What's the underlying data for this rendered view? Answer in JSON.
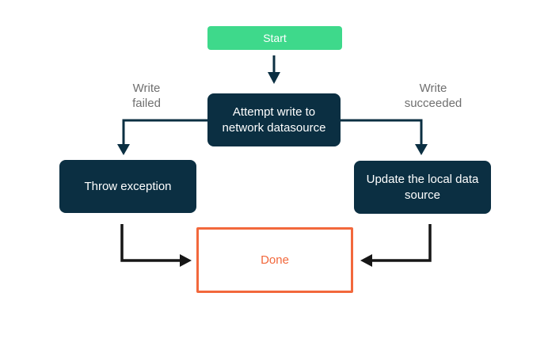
{
  "diagram": {
    "type": "flowchart",
    "nodes": {
      "start": {
        "label": "Start",
        "shape": "rounded-rect",
        "fill": "#3ed98b",
        "text_color": "#ffffff"
      },
      "attempt": {
        "label": "Attempt write to network datasource",
        "shape": "rounded-rect",
        "fill": "#0b2f42",
        "text_color": "#ffffff"
      },
      "throw_exception": {
        "label": "Throw exception",
        "shape": "rounded-rect",
        "fill": "#0b2f42",
        "text_color": "#ffffff"
      },
      "update_local": {
        "label": "Update the local data source",
        "shape": "rounded-rect",
        "fill": "#0b2f42",
        "text_color": "#ffffff"
      },
      "done": {
        "label": "Done",
        "shape": "rect-outline",
        "fill": "#ffffff",
        "border": "#f2683c",
        "text_color": "#f2683c"
      }
    },
    "edges": [
      {
        "from": "start",
        "to": "attempt",
        "label": ""
      },
      {
        "from": "attempt",
        "to": "throw_exception",
        "label": "Write failed"
      },
      {
        "from": "attempt",
        "to": "update_local",
        "label": "Write succeeded"
      },
      {
        "from": "throw_exception",
        "to": "done",
        "label": ""
      },
      {
        "from": "update_local",
        "to": "done",
        "label": ""
      }
    ],
    "colors": {
      "background": "#ffffff",
      "start_bg": "#3ed98b",
      "node_bg": "#0b2f42",
      "done_border": "#f2683c",
      "done_text": "#f2683c",
      "edge_label_text": "#6f6f6f",
      "arrow_top": "#0b2f42",
      "arrow_bottom": "#161616"
    }
  }
}
